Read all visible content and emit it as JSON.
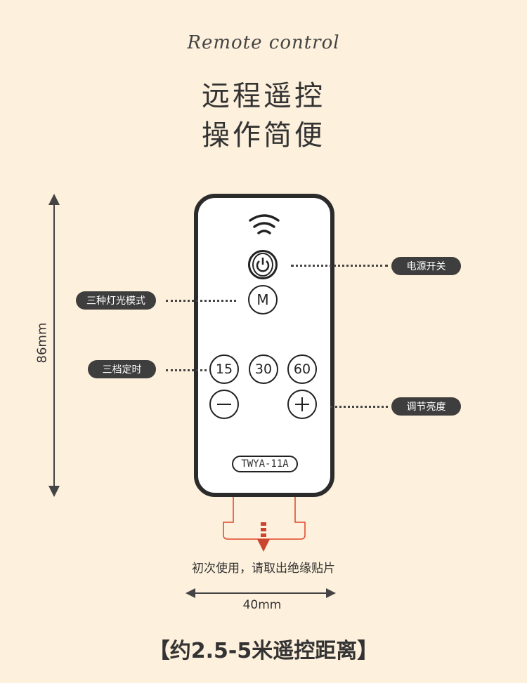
{
  "header": {
    "script_title": "Remote control",
    "title_line1": "远程遥控",
    "title_line2": "操作简便"
  },
  "remote": {
    "buttons": {
      "power": "power",
      "mode": "M",
      "t15": "15",
      "t30": "30",
      "t60": "60",
      "minus": "minus",
      "plus": "plus"
    },
    "model": "TWYA-11A"
  },
  "callouts": {
    "power": "电源开关",
    "mode": "三种灯光模式",
    "timer": "三档定时",
    "brightness": "调节亮度"
  },
  "dimensions": {
    "height": "86mm",
    "width": "40mm"
  },
  "note": "初次使用，请取出绝缘贴片",
  "footer": "【约2.5-5米遥控距离】",
  "colors": {
    "background": "#fdf0dc",
    "accent": "#e0442a"
  }
}
